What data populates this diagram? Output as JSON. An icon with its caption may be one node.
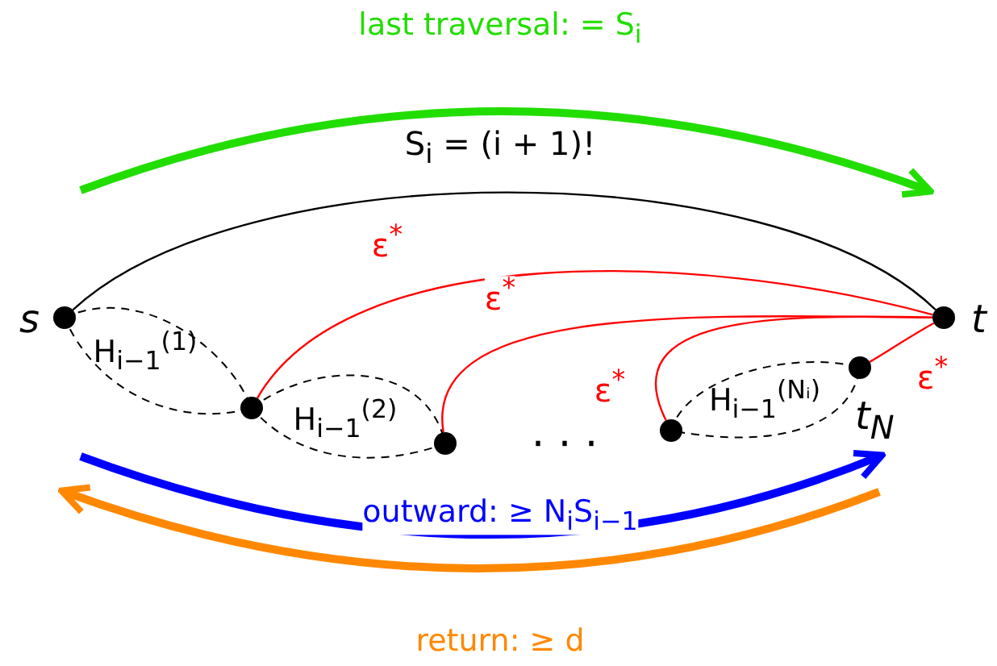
{
  "diagram": {
    "nodes": [
      {
        "text": [],
        "shape": "circle",
        "beside": [
          "s"
        ]
      },
      {
        "text": [
          "H$_{i−1}$$^{(1)}$"
        ]
      },
      {
        "text": [],
        "shape": "circle"
      },
      {
        "text": [
          "H$_{i−1}$$^{(2)}$"
        ]
      },
      {
        "text": [],
        "shape": "circle"
      },
      {
        "text": [],
        "shape": "circle"
      },
      {
        "text": [
          "H$_{i−1}$$^{(Nᵢ)}$"
        ]
      },
      {
        "text": [],
        "shape": "circle",
        "beside": [
          "t$_{N}$"
        ]
      },
      {
        "text": [],
        "shape": "circle",
        "beside": [
          "t"
        ]
      }
    ],
    "edges": [
      {
        "from": 0,
        "to": 8,
        "arrow": "none",
        "label": "S$_{i}$ = (i + 1)!",
        "color": "#000000"
      },
      {
        "from": 2,
        "to": 8,
        "arrow": "none",
        "label": "ε$^{*}$",
        "color": "#ff0000"
      },
      {
        "from": 4,
        "to": 8,
        "arrow": "none",
        "label": "ε$^{*}$",
        "color": "#ff0000"
      },
      {
        "from": 5,
        "to": 8,
        "arrow": "none",
        "label": "ε$^{*}$",
        "color": "#ff0000"
      },
      {
        "from": 7,
        "to": 8,
        "arrow": "none",
        "label": "ε$^{*}$",
        "color": "#ff0000"
      }
    ],
    "labels": [
      "last traversal: = S$_{i}$",
      "· · ·",
      "outward: ≥ N$_{i}$S$_{i−1}$",
      "return: ≥ d"
    ]
  }
}
